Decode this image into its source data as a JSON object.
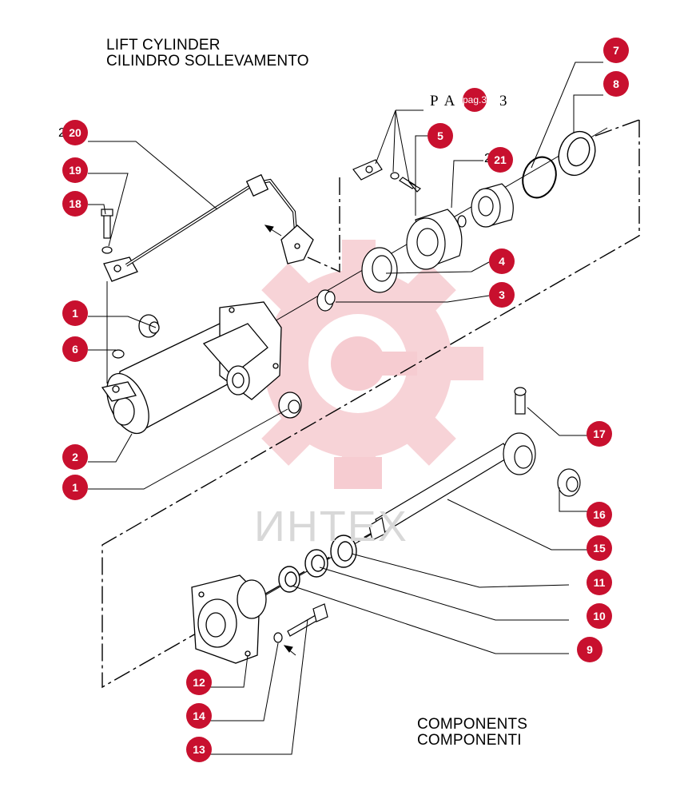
{
  "title": {
    "line1": "LIFT CYLINDER",
    "line2": "CILINDRO SOLLEVAMENTO"
  },
  "footer": {
    "line1": "COMPONENTS",
    "line2": "COMPONENTI"
  },
  "page_ref": {
    "prefix": "P A",
    "badge": "pag.3",
    "suffix": "3"
  },
  "watermark": "ИНТЕХ",
  "colors": {
    "callout": "#c8102e",
    "watermark_gear": "#f4c9ce",
    "line": "#000000"
  },
  "callouts": [
    {
      "id": "c20",
      "label": "20",
      "prefix": "2"
    },
    {
      "id": "c19",
      "label": "19"
    },
    {
      "id": "c18",
      "label": "18"
    },
    {
      "id": "c1a",
      "label": "1"
    },
    {
      "id": "c6",
      "label": "6"
    },
    {
      "id": "c2",
      "label": "2"
    },
    {
      "id": "c1b",
      "label": "1"
    },
    {
      "id": "c5",
      "label": "5"
    },
    {
      "id": "c21",
      "label": "21",
      "prefix": "2"
    },
    {
      "id": "c7",
      "label": "7"
    },
    {
      "id": "c8",
      "label": "8"
    },
    {
      "id": "c4",
      "label": "4"
    },
    {
      "id": "c3",
      "label": "3"
    },
    {
      "id": "c17",
      "label": "17"
    },
    {
      "id": "c16",
      "label": "16"
    },
    {
      "id": "c15",
      "label": "15"
    },
    {
      "id": "c11",
      "label": "11"
    },
    {
      "id": "c10",
      "label": "10"
    },
    {
      "id": "c9",
      "label": "9"
    },
    {
      "id": "c12",
      "label": "12"
    },
    {
      "id": "c14",
      "label": "14"
    },
    {
      "id": "c13",
      "label": "13"
    }
  ]
}
